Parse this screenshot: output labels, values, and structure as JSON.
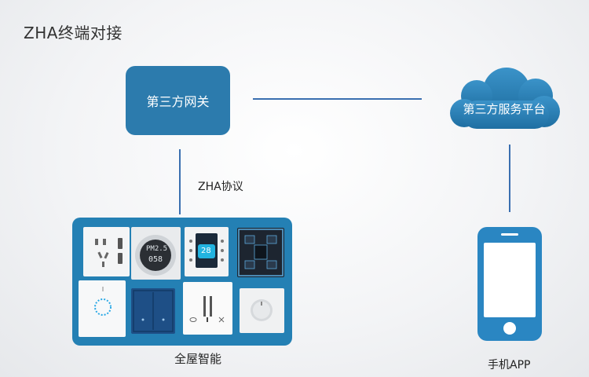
{
  "title": "ZHA终端对接",
  "gateway": {
    "label": "第三方网关"
  },
  "cloud": {
    "label": "第三方服务平台",
    "icon": "cloud-icon"
  },
  "protocol": {
    "label": "ZHA协议"
  },
  "devices": {
    "label": "全屋智能",
    "items": [
      {
        "name": "wall-socket-device"
      },
      {
        "name": "air-quality-sensor",
        "display_line1": "PM2.5",
        "display_line2": "058"
      },
      {
        "name": "thermostat-panel",
        "display_value": "28"
      },
      {
        "name": "scene-panel"
      },
      {
        "name": "dimmer-switch"
      },
      {
        "name": "double-switch"
      },
      {
        "name": "triple-switch"
      },
      {
        "name": "knob-switch"
      }
    ]
  },
  "phone": {
    "label": "手机APP",
    "icon": "phone-icon"
  },
  "colors": {
    "accent": "#2c7bad",
    "panel": "#2480b4",
    "line": "#3a6fb0"
  }
}
